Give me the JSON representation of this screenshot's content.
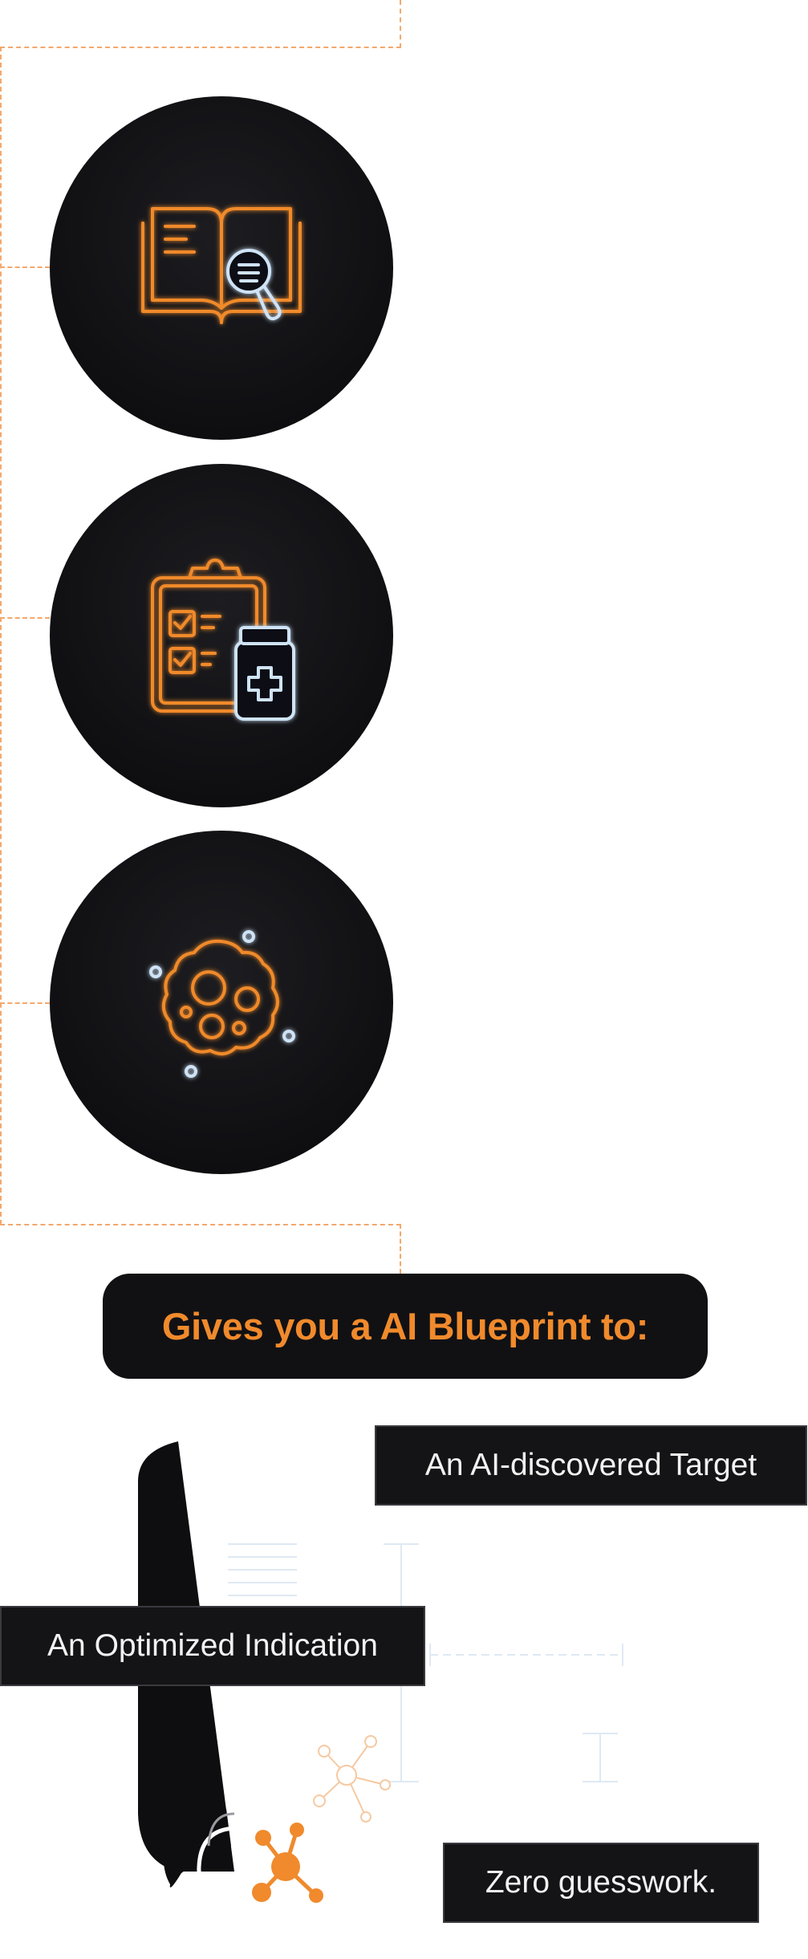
{
  "steps": [
    {
      "icon": "book-search-icon"
    },
    {
      "icon": "clipboard-medicine-icon"
    },
    {
      "icon": "cell-icon"
    }
  ],
  "blueprint": {
    "heading": "Gives you a AI Blueprint to:"
  },
  "outcomes": {
    "target_label": "An AI-discovered Target",
    "indication_label": "An Optimized Indication",
    "guesswork_label": "Zero guesswork."
  },
  "colors": {
    "accent": "#f08a2c",
    "dash": "#f3a86c",
    "dark": "#111114",
    "icon_light": "#cfe3f6"
  }
}
